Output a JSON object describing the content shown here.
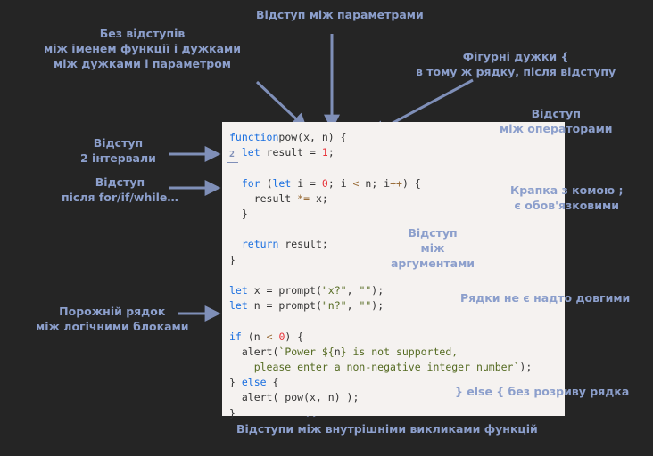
{
  "labels": {
    "param_spacing": "Відступ між параметрами",
    "no_spaces_1": "Без відступів",
    "no_spaces_2": "між іменем функції і дужками",
    "no_spaces_3": "між дужками і параметром",
    "braces_1": "Фігурні дужки {",
    "braces_2": "в тому ж рядку, після відступу",
    "operators_1": "Відступ",
    "operators_2": "між операторами",
    "indent_1": "Відступ",
    "indent_2": "2 інтервали",
    "after_for_1": "Відступ",
    "after_for_2": "після for/if/while…",
    "semicolon_1": "Крапка з комою ;",
    "semicolon_2": "є обов'язковими",
    "args_1": "Відступ",
    "args_2": "між",
    "args_3": "аргументами",
    "long_lines": "Рядки не є надто довгими",
    "empty_line_1": "Порожній рядок",
    "empty_line_2": "між логічними блоками",
    "else_brace": "} else { без розриву рядка",
    "nested_calls": "Відступи між внутрішніми викликами функцій"
  },
  "indent_badge": "2",
  "code": {
    "l1": [
      [
        "kw",
        "function"
      ],
      [
        "",
        "pow(x, n) {"
      ]
    ],
    "l2": [
      [
        "",
        "  "
      ],
      [
        "kw",
        "let"
      ],
      [
        "",
        " result = "
      ],
      [
        "num",
        "1"
      ],
      [
        "",
        ";"
      ]
    ],
    "l3": [],
    "l4": [
      [
        "",
        "  "
      ],
      [
        "kw",
        "for"
      ],
      [
        "",
        " ("
      ],
      [
        "kw",
        "let"
      ],
      [
        "",
        " i = "
      ],
      [
        "num",
        "0"
      ],
      [
        "",
        "; i "
      ],
      [
        "op",
        "<"
      ],
      [
        "",
        " n; i"
      ],
      [
        "op",
        "++"
      ],
      [
        "",
        ") {"
      ]
    ],
    "l5": [
      [
        "",
        "    result "
      ],
      [
        "op",
        "*="
      ],
      [
        "",
        " x;"
      ]
    ],
    "l6": [
      [
        "",
        "  }"
      ]
    ],
    "l7": [],
    "l8": [
      [
        "",
        "  "
      ],
      [
        "kw",
        "return"
      ],
      [
        "",
        " result;"
      ]
    ],
    "l9": [
      [
        "",
        "}"
      ]
    ],
    "l10": [],
    "l11": [
      [
        "kw",
        "let"
      ],
      [
        "",
        " x = prompt("
      ],
      [
        "str",
        "\"x?\""
      ],
      [
        "",
        ", "
      ],
      [
        "str",
        "\"\""
      ],
      [
        "",
        ");"
      ]
    ],
    "l12": [
      [
        "kw",
        "let"
      ],
      [
        "",
        " n = prompt("
      ],
      [
        "str",
        "\"n?\""
      ],
      [
        "",
        ", "
      ],
      [
        "str",
        "\"\""
      ],
      [
        "",
        ");"
      ]
    ],
    "l13": [],
    "l14": [
      [
        "kw",
        "if"
      ],
      [
        "",
        " (n "
      ],
      [
        "op",
        "<"
      ],
      [
        "",
        " "
      ],
      [
        "num",
        "0"
      ],
      [
        "",
        ") {"
      ]
    ],
    "l15": [
      [
        "",
        "  alert("
      ],
      [
        "str",
        "`Power ${"
      ],
      [
        "",
        "n"
      ],
      [
        "str",
        "} is not supported,"
      ]
    ],
    "l16": [
      [
        "str",
        "    please enter a non-negative integer number`"
      ],
      [
        "",
        ");"
      ]
    ],
    "l17": [
      [
        "",
        "} "
      ],
      [
        "kw",
        "else"
      ],
      [
        "",
        " {"
      ]
    ],
    "l18": [
      [
        "",
        "  alert( pow(x, n) );"
      ]
    ],
    "l19": [
      [
        "",
        "}"
      ]
    ]
  },
  "colors": {
    "background": "#252525",
    "label": "#8c9fcc",
    "arrow": "#7f8fb8",
    "code_bg": "#f5f2f0",
    "keyword": "#1a6fe0",
    "number": "#e8333a",
    "string": "#556b22"
  }
}
